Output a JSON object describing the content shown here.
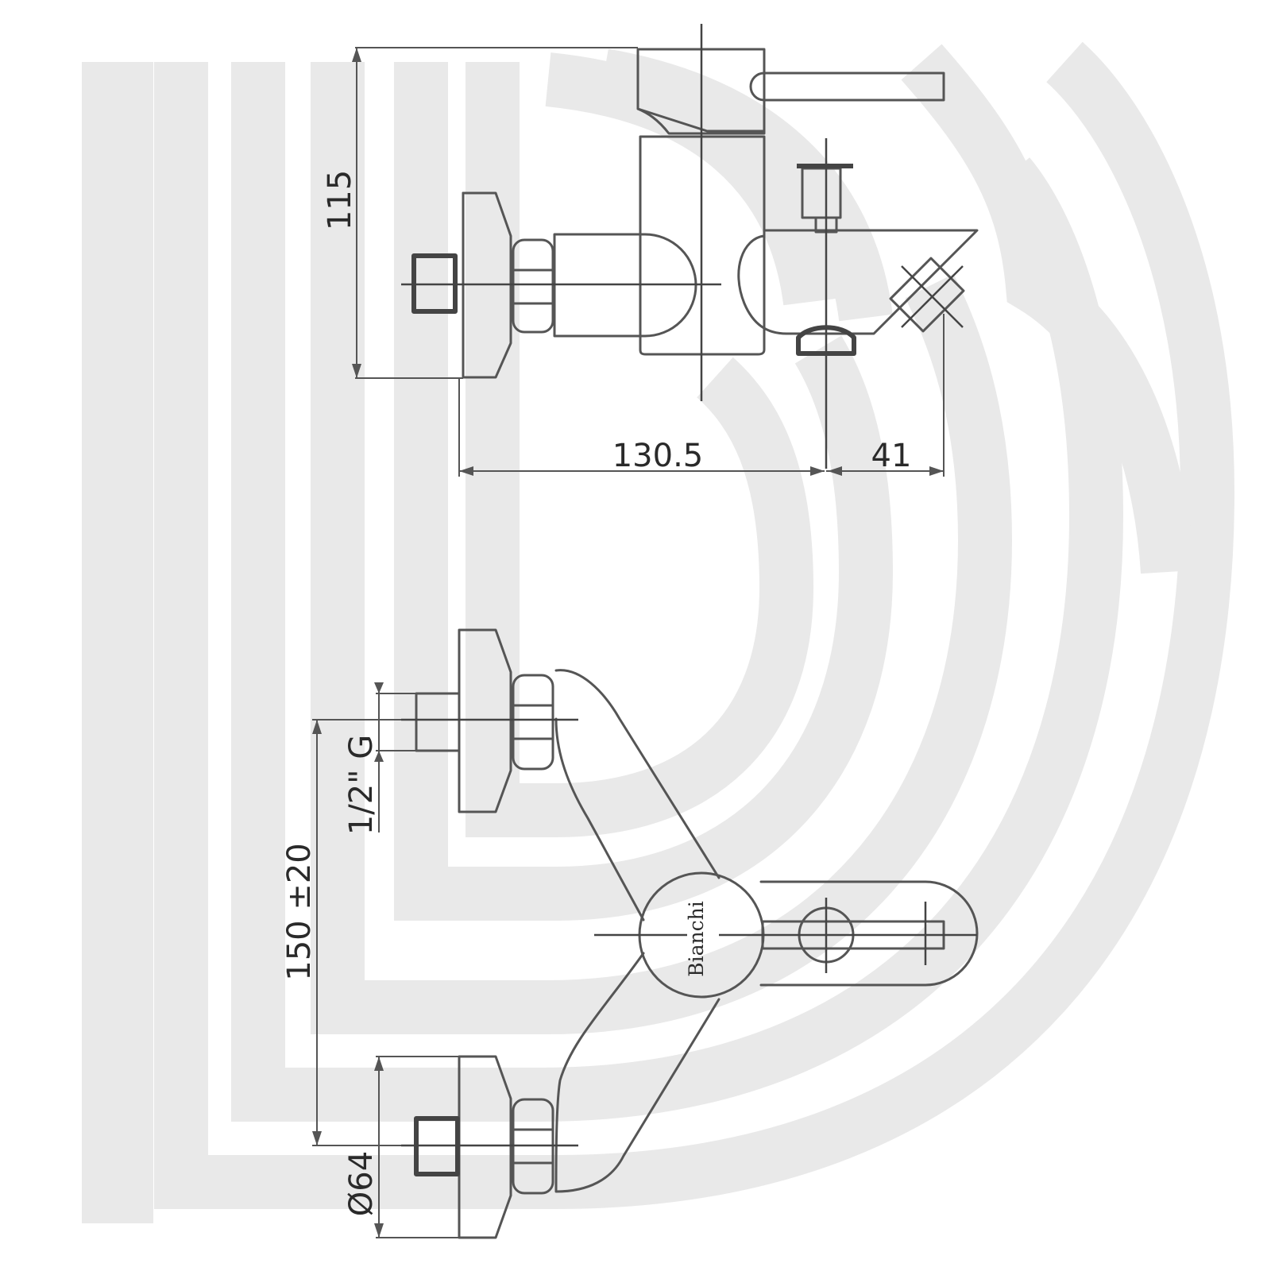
{
  "watermark": {
    "icon": "bianchi-b-logo-watermark",
    "color": "#e9e9e9"
  },
  "top_view": {
    "dimensions": {
      "height": "115",
      "width": "130.5",
      "spout_offset": "41"
    }
  },
  "front_view": {
    "brand": "Bianchi",
    "dimensions": {
      "thread": "1/2\" G",
      "centers": "150 ±20",
      "rosette_diameter": "Ø64"
    }
  },
  "colors": {
    "line": "#555555",
    "watermark": "#e9e9e9",
    "background": "#ffffff"
  }
}
